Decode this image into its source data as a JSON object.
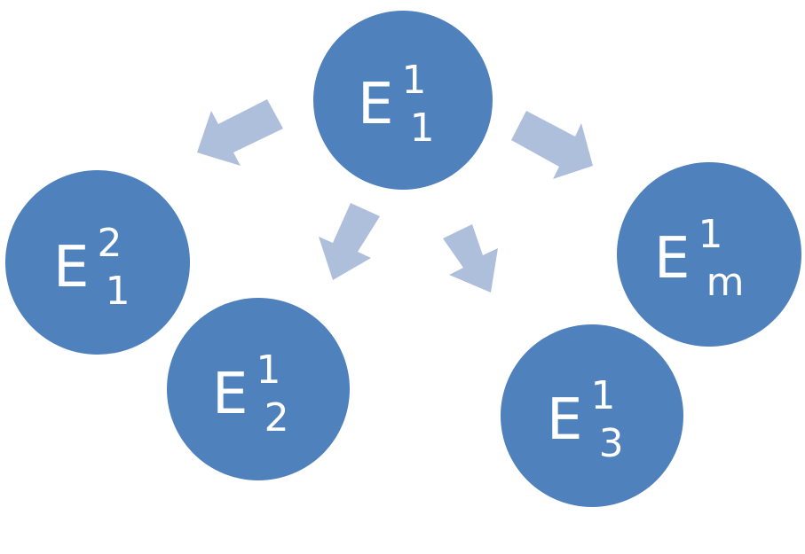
{
  "colors": {
    "node_fill": "#4f81bd",
    "arrow_fill": "#aebfdc",
    "label_color": "#ffffff"
  },
  "nodes": {
    "root": {
      "base": "E",
      "sup": "1",
      "sub": "1"
    },
    "e21": {
      "base": "E",
      "sup": "2",
      "sub": "1"
    },
    "e12": {
      "base": "E",
      "sup": "1",
      "sub": "2"
    },
    "e13": {
      "base": "E",
      "sup": "1",
      "sub": "3"
    },
    "e1m": {
      "base": "E",
      "sup": "1",
      "sub": "m"
    }
  }
}
